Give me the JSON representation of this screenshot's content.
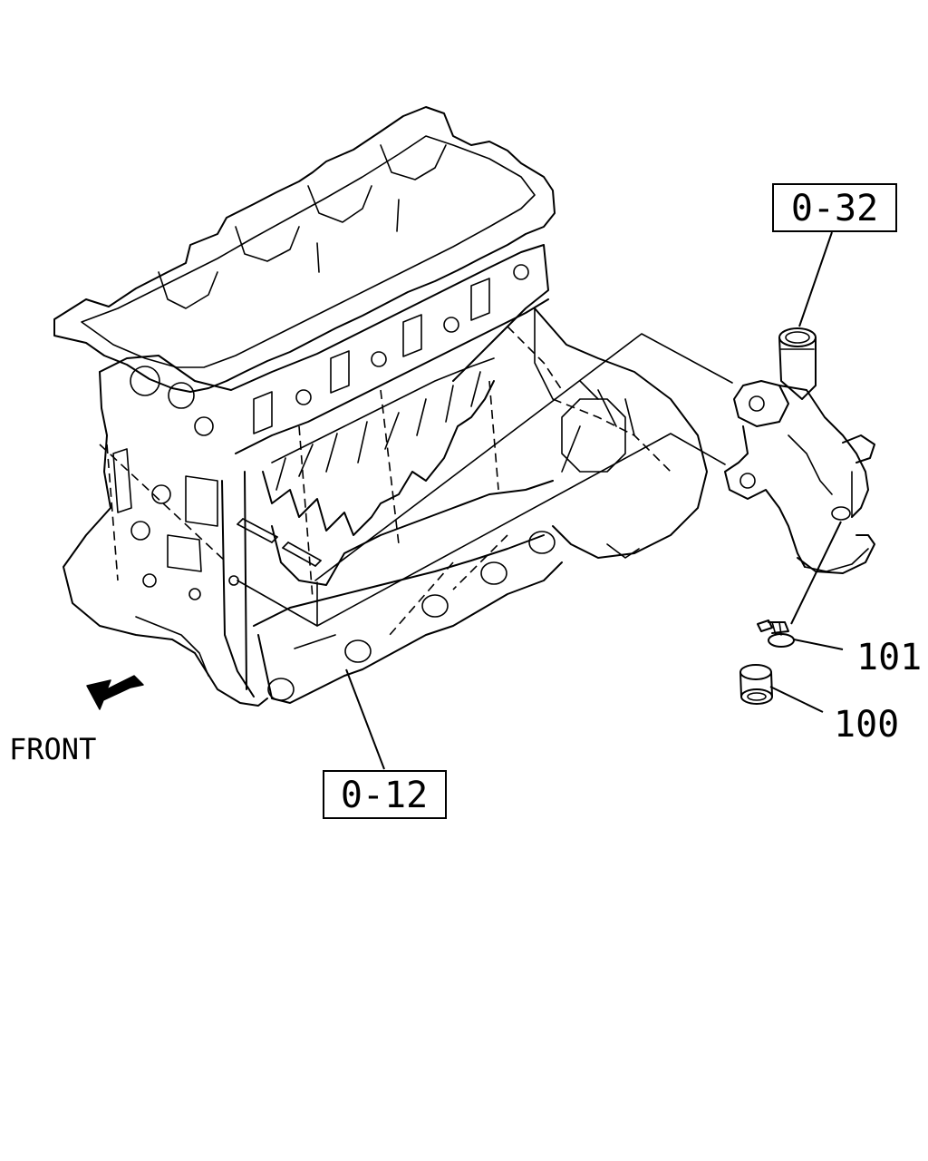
{
  "diagram": {
    "callouts": {
      "ref_top": "0-32",
      "ref_bottom": "0-12",
      "part_101": "101",
      "part_100": "100"
    },
    "direction_label": "FRONT",
    "icons": {
      "engine": "engine-block-icon",
      "water_outlet": "water-outlet-housing-icon",
      "sensor": "temperature-sensor-icon",
      "sleeve": "sleeve-icon",
      "arrow": "front-arrow-icon"
    }
  }
}
